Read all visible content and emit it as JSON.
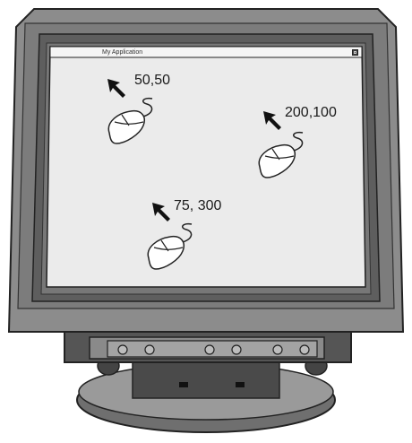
{
  "window": {
    "title": "My Application"
  },
  "cursor_labels": [
    {
      "label": "50,50"
    },
    {
      "label": "200,100"
    },
    {
      "label": "75, 300"
    }
  ],
  "colors": {
    "monitor_bezel": "#8c8c8c",
    "bezel_inner": "#5e5e5e",
    "screen": "#ebebeb",
    "outline": "#222222",
    "base": "#7a7a7a"
  },
  "icons": [
    "arrow-cursor-icon",
    "mouse-icon",
    "power-button-icon"
  ]
}
